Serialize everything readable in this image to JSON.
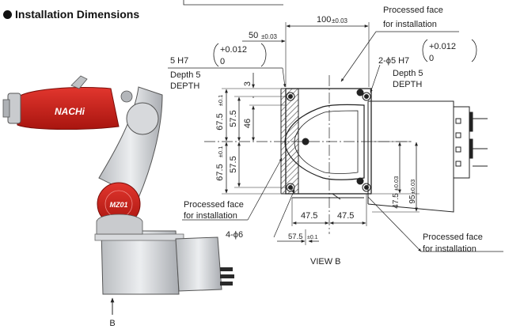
{
  "heading": "Installation Dimensions",
  "labels": {
    "dim_100": "100",
    "tol_100": "±0.03",
    "dim_50": "50",
    "tol_50": "±0.03",
    "processed_face": "Processed face",
    "for_installation": "for installation",
    "hole_5h7": "5 H7",
    "tol_upper": "+0.012",
    "tol_lower": "0",
    "depth_5": "Depth 5",
    "depth_word": "DEPTH",
    "hole_2phi5": "2-ϕ5 H7",
    "dim_3": "3",
    "dim_67_5": "67.5",
    "tol_01": "±0.1",
    "dim_57_5": "57.5",
    "dim_46": "46",
    "dim_47_5": "47.5",
    "tol_003": "±0.03",
    "dim_95": "95",
    "hole_4phi6": "4-ϕ6",
    "view_b": "VIEW B",
    "arrow_b": "B",
    "brand": "NACHi",
    "model": "MZ01"
  },
  "colors": {
    "line": "#222222",
    "robot_red": "#cc1f1a",
    "robot_grey": "#cfd1d4",
    "hatch": "#444444"
  }
}
